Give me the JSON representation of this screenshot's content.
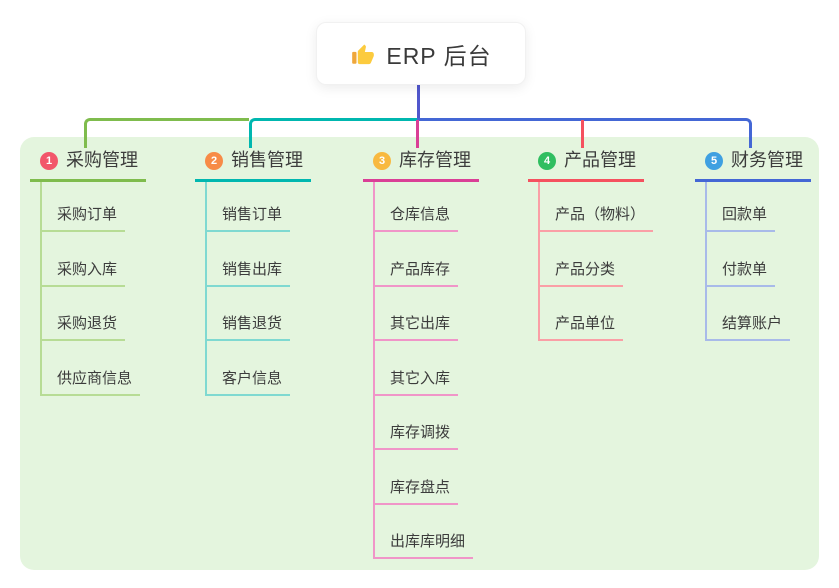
{
  "root": {
    "label": "ERP 后台",
    "icon": "thumbs-up-icon"
  },
  "colors": {
    "page_bg": "#FFFFFF",
    "panel_bg": "#E4F5DE",
    "text": "#3C3C3C",
    "root_connector": "#5157CD",
    "thumb_hand": "#FCCB3E",
    "thumb_cuff": "#EFA73B"
  },
  "branches": [
    {
      "number": "1",
      "label": "采购管理",
      "badge_color": "#F2566A",
      "line_color": "#7FBC4D",
      "child_line_color": "#B7DC95",
      "children": [
        "采购订单",
        "采购入库",
        "采购退货",
        "供应商信息"
      ]
    },
    {
      "number": "2",
      "label": "销售管理",
      "badge_color": "#F78B47",
      "line_color": "#00B7AF",
      "child_line_color": "#7FD9D1",
      "children": [
        "销售订单",
        "销售出库",
        "销售退货",
        "客户信息"
      ]
    },
    {
      "number": "3",
      "label": "库存管理",
      "badge_color": "#F8B93F",
      "line_color": "#DA3F96",
      "child_line_color": "#F095C8",
      "children": [
        "仓库信息",
        "产品库存",
        "其它出库",
        "其它入库",
        "库存调拨",
        "库存盘点",
        "出库库明细"
      ]
    },
    {
      "number": "4",
      "label": "产品管理",
      "badge_color": "#2FBE60",
      "line_color": "#F5515F",
      "child_line_color": "#FA9FA6",
      "children": [
        "产品（物料）",
        "产品分类",
        "产品单位"
      ]
    },
    {
      "number": "5",
      "label": "财务管理",
      "badge_color": "#3FA0E1",
      "line_color": "#4467D5",
      "child_line_color": "#A8BAE9",
      "children": [
        "回款单",
        "付款单",
        "结算账户"
      ]
    }
  ]
}
